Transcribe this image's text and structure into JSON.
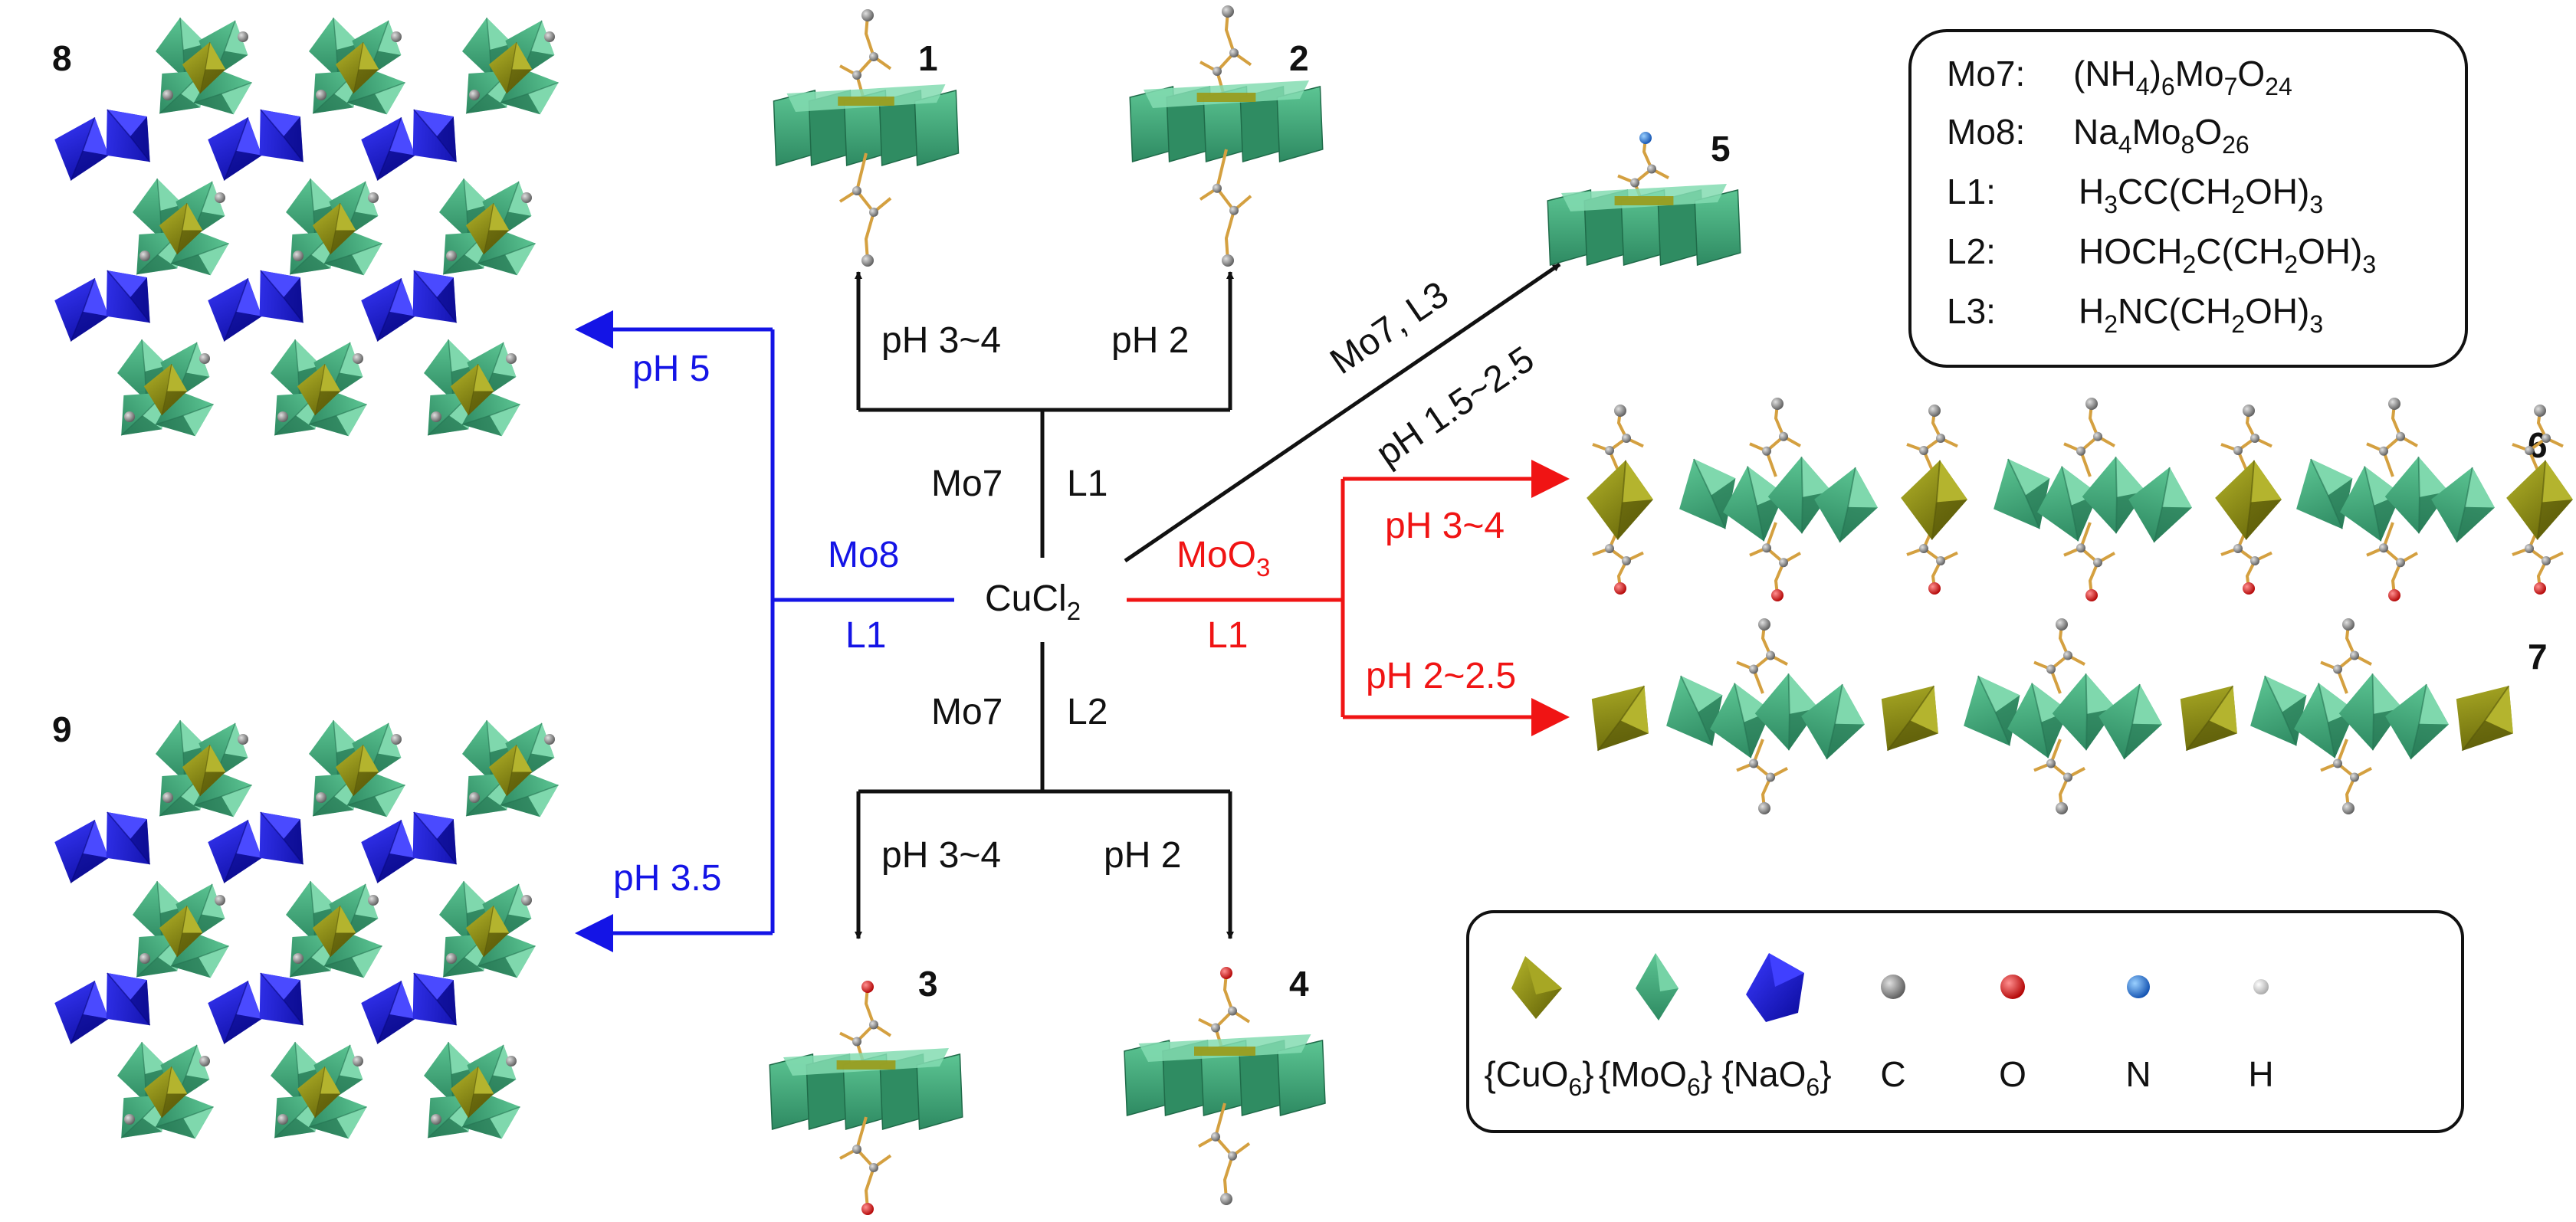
{
  "center": {
    "base": "CuCl",
    "sub": "2"
  },
  "routes": {
    "mo7_l1": {
      "reagent": "Mo7",
      "ligand": "L1",
      "ph_left": "pH 3~4",
      "ph_right": "pH 2"
    },
    "mo7_l2": {
      "reagent": "Mo7",
      "ligand": "L2",
      "ph_left": "pH 3~4",
      "ph_right": "pH 2"
    },
    "mo8_l1": {
      "reagent": "Mo8",
      "ligand": "L1",
      "ph_top": "pH 5",
      "ph_bottom": "pH 3.5"
    },
    "moo3_l1": {
      "reagent_base": "MoO",
      "reagent_sub": "3",
      "ligand": "L1",
      "ph_top": "pH 3~4",
      "ph_bottom": "pH 2~2.5"
    },
    "mo7_l3": {
      "reagent": "Mo7, L3",
      "ph": "pH 1.5~2.5"
    }
  },
  "compounds": [
    "1",
    "2",
    "3",
    "4",
    "5",
    "6",
    "7",
    "8",
    "9"
  ],
  "reagent_legend": [
    {
      "key": "Mo7:",
      "formula": [
        [
          "(NH",
          ""
        ],
        [
          "4",
          "sub"
        ],
        [
          ")",
          ""
        ],
        [
          "6",
          "sub"
        ],
        [
          "Mo",
          ""
        ],
        [
          "7",
          "sub"
        ],
        [
          "O",
          ""
        ],
        [
          "24",
          "sub"
        ]
      ]
    },
    {
      "key": "Mo8:",
      "formula": [
        [
          "Na",
          ""
        ],
        [
          "4",
          "sub"
        ],
        [
          "Mo",
          ""
        ],
        [
          "8",
          "sub"
        ],
        [
          "O",
          ""
        ],
        [
          "26",
          "sub"
        ]
      ]
    },
    {
      "key": "L1:",
      "formula": [
        [
          "H",
          ""
        ],
        [
          "3",
          "sub"
        ],
        [
          "CC(CH",
          ""
        ],
        [
          "2",
          "sub"
        ],
        [
          "OH)",
          ""
        ],
        [
          "3",
          "sub"
        ]
      ]
    },
    {
      "key": "L2:",
      "formula": [
        [
          "HOCH",
          ""
        ],
        [
          "2",
          "sub"
        ],
        [
          "C(CH",
          ""
        ],
        [
          "2",
          "sub"
        ],
        [
          "OH)",
          ""
        ],
        [
          "3",
          "sub"
        ]
      ]
    },
    {
      "key": "L3:",
      "formula": [
        [
          "H",
          ""
        ],
        [
          "2",
          "sub"
        ],
        [
          "NC(CH",
          ""
        ],
        [
          "2",
          "sub"
        ],
        [
          "OH)",
          ""
        ],
        [
          "3",
          "sub"
        ]
      ]
    }
  ],
  "polyhedra_legend": [
    {
      "icon": "cuo6-octahedron-icon",
      "base": "{CuO",
      "sub": "6",
      "tail": "}",
      "color": "#8c8c10"
    },
    {
      "icon": "moo6-octahedron-icon",
      "base": "{MoO",
      "sub": "6",
      "tail": "}",
      "color": "#3fa77a"
    },
    {
      "icon": "nao6-octahedron-icon",
      "base": "{NaO",
      "sub": "6",
      "tail": "}",
      "color": "#1a1ad8"
    },
    {
      "icon": "carbon-atom-icon",
      "base": "C",
      "color": "#808080"
    },
    {
      "icon": "oxygen-atom-icon",
      "base": "O",
      "color": "#e01010"
    },
    {
      "icon": "nitrogen-atom-icon",
      "base": "N",
      "color": "#2a7fe0"
    },
    {
      "icon": "hydrogen-atom-icon",
      "base": "H",
      "color": "#cfcfcf"
    }
  ],
  "colors": {
    "black": "#111111",
    "blue": "#1414e6",
    "red": "#f01414",
    "mo": "#3fa77a",
    "cu": "#8c8c10",
    "na": "#1a1ad8"
  }
}
